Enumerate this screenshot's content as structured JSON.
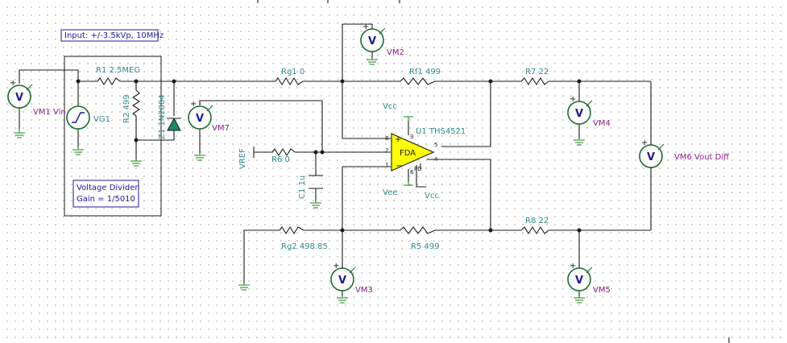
{
  "annotations": {
    "input_note": "Input: +/-3.5kVp, 10MHz",
    "divider_line1": "Voltage Divider",
    "divider_line2": "Gain = 1/5010"
  },
  "components": {
    "R1": "R1 2.5MEG",
    "R2": "R2 499",
    "Z1": "Z1 1N2804",
    "VG1": "VG1",
    "Rg1": "Rg1 0",
    "Rf1": "Rf1 499",
    "R7": "R7 22",
    "R6": "R6 0",
    "C1": "C1 1u",
    "Rg2": "Rg2 498.85",
    "R5": "R5 499",
    "R8": "R8 22",
    "U1": "U1 THS4521",
    "fda": "FDA",
    "vref": "VREF",
    "vcc_top": "Vcc",
    "vcc_bottom": "Vcc",
    "vee": "Vee"
  },
  "meters": {
    "VM1": "VM1 Vin",
    "VM2": "VM2",
    "VM3": "VM3",
    "VM4": "VM4",
    "VM5": "VM5",
    "VM6": "VM6 Vout Diff",
    "VM7": "VM7",
    "symbol": "V",
    "plus": "+"
  },
  "pins": {
    "p8": "8",
    "p2": "2",
    "p1": "1",
    "p5": "5",
    "p4": "4",
    "p3": "3",
    "p6": "6",
    "pd": "PD"
  },
  "colors": {
    "component_label": "#2e8b8b",
    "meter_label": "#8b1a8b",
    "box_text": "#1a1a9a",
    "opamp_fill": "#ffff00",
    "diode_fill": "#1a8a6a",
    "ground": "#2e8b2e"
  }
}
